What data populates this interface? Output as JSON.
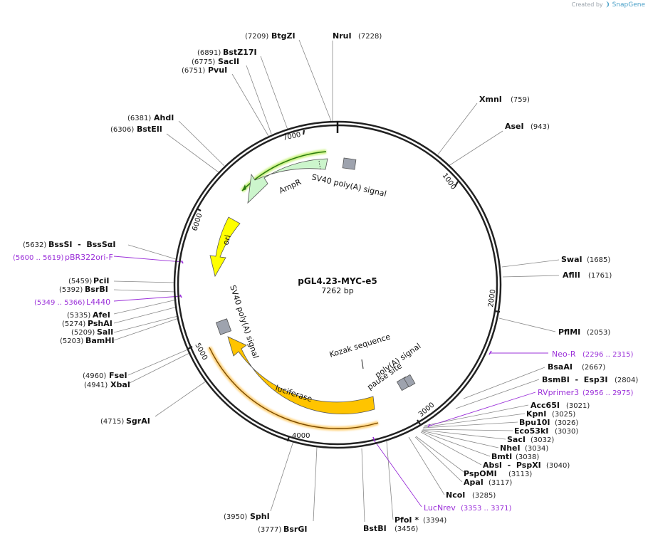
{
  "credit": {
    "prefix": "Created by",
    "brand": "SnapGene"
  },
  "plasmid": {
    "name": "pGL4.23-MYC-e5",
    "length_label": "7262 bp",
    "length": 7262
  },
  "ticks": [
    "1000",
    "2000",
    "3000",
    "4000",
    "5000",
    "6000",
    "7000"
  ],
  "features": [
    {
      "label": "SV40 poly(A) signal",
      "color": "#9ea3ae"
    },
    {
      "label": "AmpR",
      "color": "#ccf5cc"
    },
    {
      "label": "ori",
      "color": "#ffff00"
    },
    {
      "label": "SV40 poly(A) signal",
      "color": "#9ea3ae"
    },
    {
      "label": "luciferase",
      "color": "#ffc400"
    },
    {
      "label": "Kozak sequence",
      "color": "#9ea3ae"
    },
    {
      "label": "poly(A) signal",
      "color": "#9ea3ae"
    },
    {
      "label": "pause site",
      "color": "#9ea3ae"
    }
  ],
  "sites": [
    {
      "name": "BtgZI",
      "pos": "(7209)",
      "bp": 7209,
      "side": "L"
    },
    {
      "name": "NruI",
      "pos": "(7228)",
      "bp": 7228,
      "side": "R"
    },
    {
      "name": "BstZ17I",
      "pos": "(6891)",
      "bp": 6891,
      "side": "L"
    },
    {
      "name": "SacII",
      "pos": "(6775)",
      "bp": 6775,
      "side": "L"
    },
    {
      "name": "PvuI",
      "pos": "(6751)",
      "bp": 6751,
      "side": "L"
    },
    {
      "name": "AhdI",
      "pos": "(6381)",
      "bp": 6381,
      "side": "L"
    },
    {
      "name": "BstEII",
      "pos": "(6306)",
      "bp": 6306,
      "side": "L"
    },
    {
      "name": "XmnI",
      "pos": "(759)",
      "bp": 759,
      "side": "R"
    },
    {
      "name": "AseI",
      "pos": "(943)",
      "bp": 943,
      "side": "R"
    },
    {
      "name": "BssSI  -  BssSαI",
      "pos": "(5632)",
      "bp": 5632,
      "side": "L"
    },
    {
      "name": "SwaI",
      "pos": "(1685)",
      "bp": 1685,
      "side": "R"
    },
    {
      "name": "AflII",
      "pos": "(1761)",
      "bp": 1761,
      "side": "R"
    },
    {
      "name": "PciI",
      "pos": "(5459)",
      "bp": 5459,
      "side": "L"
    },
    {
      "name": "BsrBI",
      "pos": "(5392)",
      "bp": 5392,
      "side": "L"
    },
    {
      "name": "AfeI",
      "pos": "(5335)",
      "bp": 5335,
      "side": "L"
    },
    {
      "name": "PshAI",
      "pos": "(5274)",
      "bp": 5274,
      "side": "L"
    },
    {
      "name": "SalI",
      "pos": "(5209)",
      "bp": 5209,
      "side": "L"
    },
    {
      "name": "BamHI",
      "pos": "(5203)",
      "bp": 5203,
      "side": "L"
    },
    {
      "name": "PflMI",
      "pos": "(2053)",
      "bp": 2053,
      "side": "R"
    },
    {
      "name": "FseI",
      "pos": "(4960)",
      "bp": 4960,
      "side": "L"
    },
    {
      "name": "XbaI",
      "pos": "(4941)",
      "bp": 4941,
      "side": "L"
    },
    {
      "name": "BsaAI",
      "pos": "(2667)",
      "bp": 2667,
      "side": "R"
    },
    {
      "name": "BsmBI  -  Esp3I",
      "pos": "(2804)",
      "bp": 2804,
      "side": "R"
    },
    {
      "name": "SgrAI",
      "pos": "(4715)",
      "bp": 4715,
      "side": "L"
    },
    {
      "name": "Acc65I",
      "pos": "(3021)",
      "bp": 3021,
      "side": "R"
    },
    {
      "name": "KpnI",
      "pos": "(3025)",
      "bp": 3025,
      "side": "R"
    },
    {
      "name": "Bpu10I",
      "pos": "(3026)",
      "bp": 3026,
      "side": "R"
    },
    {
      "name": "Eco53kI",
      "pos": "(3030)",
      "bp": 3030,
      "side": "R"
    },
    {
      "name": "SacI",
      "pos": "(3032)",
      "bp": 3032,
      "side": "R"
    },
    {
      "name": "NheI",
      "pos": "(3034)",
      "bp": 3034,
      "side": "R"
    },
    {
      "name": "BmtI",
      "pos": "(3038)",
      "bp": 3038,
      "side": "R"
    },
    {
      "name": "AbsI  -  PspXI",
      "pos": "(3040)",
      "bp": 3040,
      "side": "R"
    },
    {
      "name": "PspOMI",
      "pos": "(3113)",
      "bp": 3113,
      "side": "R"
    },
    {
      "name": "ApaI",
      "pos": "(3117)",
      "bp": 3117,
      "side": "R"
    },
    {
      "name": "NcoI",
      "pos": "(3285)",
      "bp": 3285,
      "side": "R"
    },
    {
      "name": "PfoI *",
      "pos": "(3394)",
      "bp": 3394,
      "side": "R"
    },
    {
      "name": "BstBI",
      "pos": "(3456)",
      "bp": 3456,
      "side": "R"
    },
    {
      "name": "SphI",
      "pos": "(3950)",
      "bp": 3950,
      "side": "L"
    },
    {
      "name": "BsrGI",
      "pos": "(3777)",
      "bp": 3777,
      "side": "L"
    }
  ],
  "primers": [
    {
      "name": "pBR322ori-F",
      "pos": "(5600 .. 5619)",
      "side": "L"
    },
    {
      "name": "L4440",
      "pos": "(5349 .. 5366)",
      "side": "L"
    },
    {
      "name": "Neo-R",
      "pos": "(2296 .. 2315)",
      "side": "R"
    },
    {
      "name": "RVprimer3",
      "pos": "(2956 .. 2975)",
      "side": "R"
    },
    {
      "name": "LucNrev",
      "pos": "(3353 .. 3371)",
      "side": "R"
    }
  ]
}
